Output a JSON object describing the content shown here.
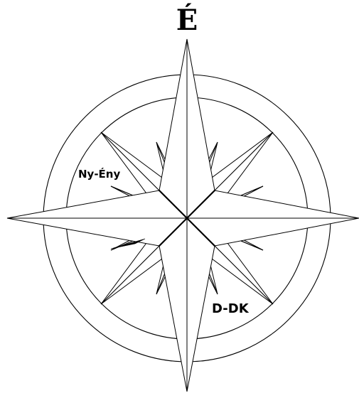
{
  "compass": {
    "north_label": "É",
    "nw_label": "Ny-Ény",
    "sse_label": "D-DK"
  },
  "colors": {
    "ink": "#000000",
    "paper": "#ffffff"
  }
}
